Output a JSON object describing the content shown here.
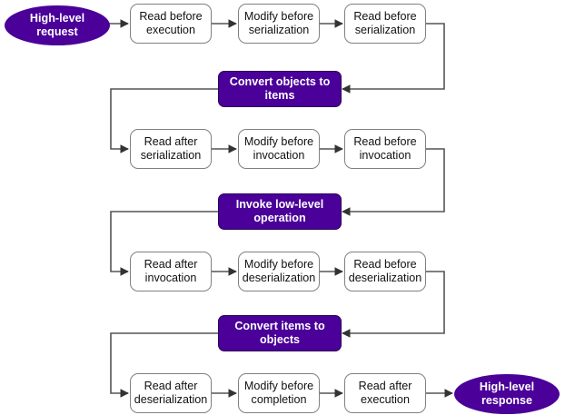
{
  "diagram": {
    "title": "High-level request to high-level response interceptor hook flow",
    "type": "flowchart",
    "orientation": "serpentine-left-to-right",
    "colors": {
      "phase_fill": "#4a0099",
      "phase_text": "#ffffff",
      "step_stroke": "#808080",
      "step_fill": "#ffffff",
      "step_text": "#111111",
      "connector": "#555555",
      "background": "#ffffff"
    },
    "terminals": {
      "start": {
        "label": "High-level\nrequest",
        "shape": "ellipse"
      },
      "end": {
        "label": "High-level\nresponse",
        "shape": "ellipse"
      }
    },
    "rows": [
      {
        "index": 1,
        "steps": [
          {
            "label": "Read before\nexecution"
          },
          {
            "label": "Modify before\nserialization"
          },
          {
            "label": "Read before\nserialization"
          }
        ]
      },
      {
        "index": 2,
        "steps": [
          {
            "label": "Read after\nserialization"
          },
          {
            "label": "Modify before\ninvocation"
          },
          {
            "label": "Read before\ninvocation"
          }
        ]
      },
      {
        "index": 3,
        "steps": [
          {
            "label": "Read after\ninvocation"
          },
          {
            "label": "Modify before\ndeserialization"
          },
          {
            "label": "Read before\ndeserialization"
          }
        ]
      },
      {
        "index": 4,
        "steps": [
          {
            "label": "Read after\ndeserialization"
          },
          {
            "label": "Modify before\ncompletion"
          },
          {
            "label": "Read after\nexecution"
          }
        ]
      }
    ],
    "phases": [
      {
        "index": 1,
        "label": "Convert objects to\nitems"
      },
      {
        "index": 2,
        "label": "Invoke low-level\noperation"
      },
      {
        "index": 3,
        "label": "Convert items to\nobjects"
      }
    ]
  }
}
